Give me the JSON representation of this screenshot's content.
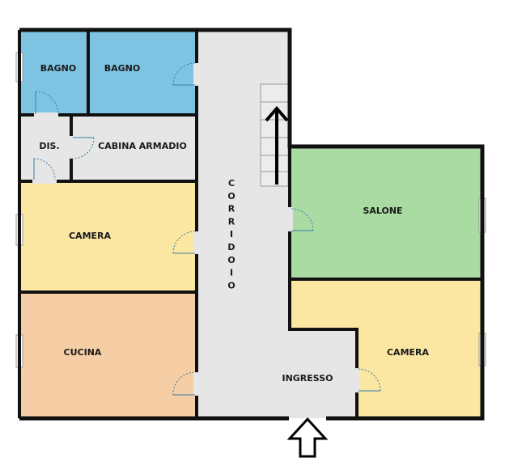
{
  "rooms": {
    "bagno_1": {
      "label": "BAGNO",
      "color": "#7ec4e2"
    },
    "bagno_2": {
      "label": "BAGNO",
      "color": "#7ec4e2"
    },
    "dis": {
      "label": "DIS.",
      "color": "#e6e6e6"
    },
    "cabina_armadio": {
      "label": "CABINA ARMADIO",
      "color": "#e6e6e6"
    },
    "camera_1": {
      "label": "CAMERA",
      "color": "#fbe6a2"
    },
    "cucina": {
      "label": "CUCINA",
      "color": "#f6cea6"
    },
    "corridoio": {
      "label": "CORRIDOIO",
      "color": "#e6e6e6"
    },
    "salone": {
      "label": "SALONE",
      "color": "#a9dba3"
    },
    "camera_2": {
      "label": "CAMERA",
      "color": "#fbe6a2"
    },
    "ingresso": {
      "label": "INGRESSO",
      "color": "#e6e6e6"
    }
  },
  "icons": {
    "stairs": "stairs-up-arrow-icon",
    "entrance": "entrance-arrow-icon"
  },
  "colors": {
    "wall": "#111111",
    "door": "#3a7ea6"
  }
}
